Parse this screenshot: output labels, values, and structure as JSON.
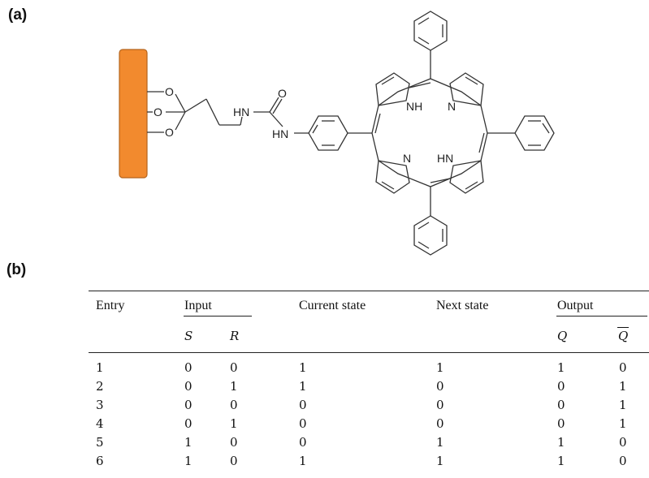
{
  "panel_labels": {
    "a": "(a)",
    "b": "(b)"
  },
  "molecule": {
    "atom_labels": {
      "o1": "O",
      "o2": "O",
      "o3": "O",
      "hn1": "HN",
      "o_carbonyl": "O",
      "hn2": "HN",
      "nh_top": "NH",
      "n_right": "N",
      "n_left": "N",
      "hn_bottom": "HN"
    },
    "colors": {
      "substrate": "#f28a2e",
      "substrate_border": "#b5651d",
      "bond": "#333333"
    }
  },
  "table": {
    "headers": {
      "entry": "Entry",
      "input": "Input",
      "current_state": "Current state",
      "next_state": "Next state",
      "output": "Output"
    },
    "subheaders": {
      "s": "S",
      "r": "R",
      "q": "Q",
      "qbar": "Q"
    },
    "rows": [
      {
        "entry": "1",
        "s": "0",
        "r": "0",
        "current": "1",
        "next": "1",
        "q": "1",
        "qbar": "0"
      },
      {
        "entry": "2",
        "s": "0",
        "r": "1",
        "current": "1",
        "next": "0",
        "q": "0",
        "qbar": "1"
      },
      {
        "entry": "3",
        "s": "0",
        "r": "0",
        "current": "0",
        "next": "0",
        "q": "0",
        "qbar": "1"
      },
      {
        "entry": "4",
        "s": "0",
        "r": "1",
        "current": "0",
        "next": "0",
        "q": "0",
        "qbar": "1"
      },
      {
        "entry": "5",
        "s": "1",
        "r": "0",
        "current": "0",
        "next": "1",
        "q": "1",
        "qbar": "0"
      },
      {
        "entry": "6",
        "s": "1",
        "r": "0",
        "current": "1",
        "next": "1",
        "q": "1",
        "qbar": "0"
      }
    ]
  }
}
